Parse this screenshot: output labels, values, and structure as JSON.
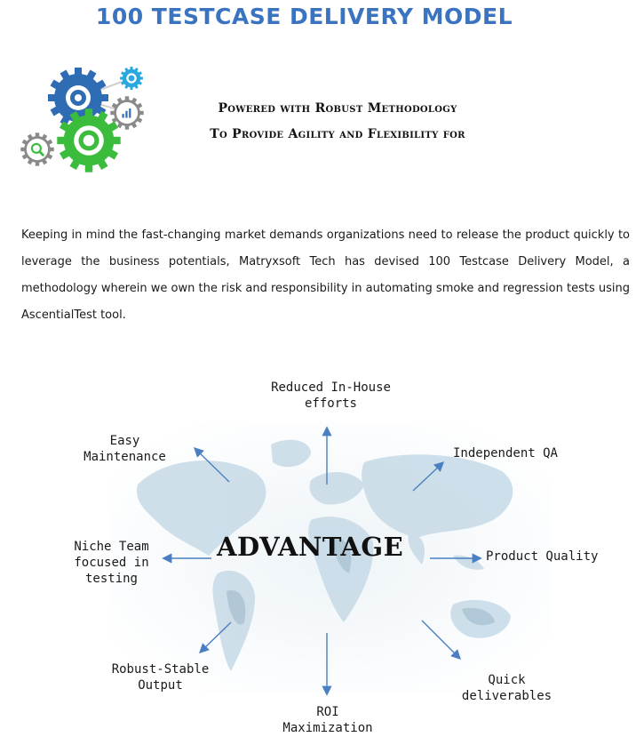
{
  "header": {
    "title": "100 TESTCASE DELIVERY MODEL",
    "tagline_line1": "Powered with Robust Methodology",
    "tagline_line2": "To Provide Agility and Flexibility for"
  },
  "graphic": {
    "icon": "gears-icon",
    "colors": {
      "blue_gear": "#2e6db4",
      "green_gear": "#3cbc3c",
      "accent_gear": "#29a8e0",
      "grey_gear": "#8a8a8a"
    }
  },
  "intro": {
    "text": "Keeping in mind the fast-changing market demands organizations need to release the product quickly to leverage the business potentials, Matryxsoft Tech has devised 100 Testcase Delivery Model, a methodology wherein we own the risk and responsibility in automating smoke and regression tests using AscentialTest tool."
  },
  "diagram": {
    "center": "ADVANTAGE",
    "advantages": {
      "top": [
        "Reduced In-House",
        "efforts"
      ],
      "top_left": [
        "Easy",
        "Maintenance"
      ],
      "top_right": [
        "Independent QA"
      ],
      "left": [
        "Niche Team",
        "focused in",
        "testing"
      ],
      "right": [
        "Product Quality"
      ],
      "bottom_left": [
        "Robust-Stable",
        "Output"
      ],
      "bottom": [
        "ROI",
        "Maximization"
      ],
      "bottom_right": [
        "Quick",
        "deliverables"
      ]
    },
    "arrow_color": "#4a7fc1",
    "background": "world-map-image"
  }
}
